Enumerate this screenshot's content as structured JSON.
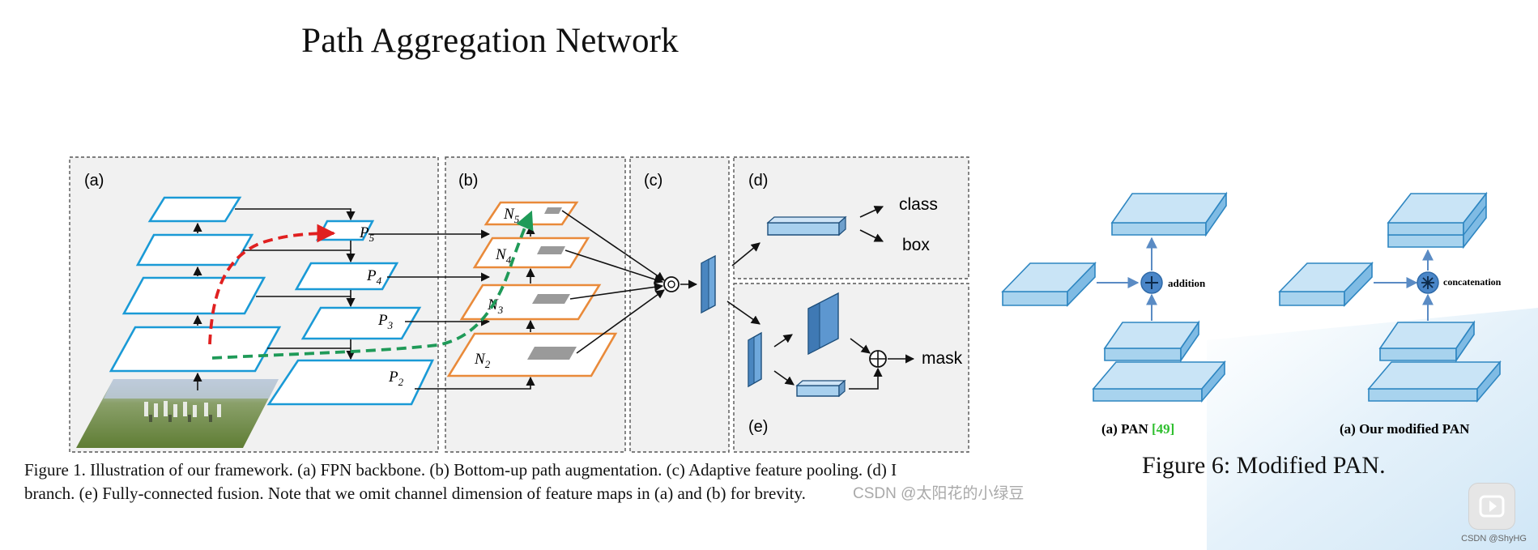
{
  "slide": {
    "title": "Path Aggregation Network"
  },
  "fig1": {
    "panel_labels": [
      "(a)",
      "(b)",
      "(c)",
      "(d)",
      "(e)"
    ],
    "fpn_labels": [
      "P",
      "5",
      "P",
      "4",
      "P",
      "3",
      "P",
      "2"
    ],
    "pan_labels": [
      "N",
      "5",
      "N",
      "4",
      "N",
      "3",
      "N",
      "2"
    ],
    "head_outputs": [
      "class",
      "box",
      "mask"
    ],
    "caption_line1": "Figure 1. Illustration of our framework. (a) FPN backbone. (b) Bottom-up path augmentation. (c) Adaptive feature pooling. (d) I",
    "caption_line2": "branch. (e) Fully-connected fusion. Note that we omit channel dimension of feature maps in (a) and (b) for brevity."
  },
  "fig6": {
    "left_op_label": "addition",
    "right_op_label": "concatenation",
    "left_caption_prefix": "(a) PAN ",
    "left_caption_ref": "[49]",
    "right_caption": "(a) Our modified PAN",
    "caption": "Figure 6: Modified PAN."
  },
  "overlay": {
    "watermark": "CSDN @太阳花的小绿豆",
    "corner_credit": "CSDN @ShyHG"
  },
  "colors": {
    "fpn_blue": "#1a9ad6",
    "pan_orange": "#e98a3a",
    "red_path": "#e02020",
    "green_path": "#1f9a58",
    "panel_bg": "#f1f1f1",
    "block_fill": "#a8d3ee",
    "block_edge": "#2e86c1",
    "ref_green": "#2fbf2f"
  }
}
